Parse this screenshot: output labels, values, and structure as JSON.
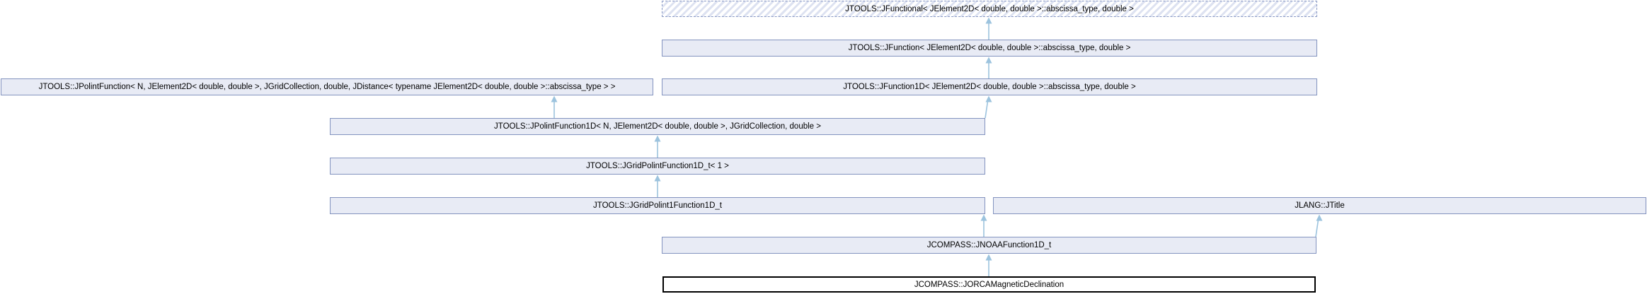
{
  "diagram": {
    "kind": "class-inheritance-graph",
    "focus_class": "JCOMPASS::JORCAMagneticDeclination",
    "nodes": {
      "jfunctional": {
        "label": "JTOOLS::JFunctional< JElement2D< double, double >::abscissa_type, double >",
        "style": "dashed-hatched"
      },
      "jfunction": {
        "label": "JTOOLS::JFunction< JElement2D< double, double >::abscissa_type, double >",
        "style": "normal"
      },
      "jpolintfunction": {
        "label": "JTOOLS::JPolintFunction< N, JElement2D< double, double >, JGridCollection, double, JDistance< typename JElement2D< double, double >::abscissa_type > >",
        "style": "normal"
      },
      "jfunction1d": {
        "label": "JTOOLS::JFunction1D< JElement2D< double, double >::abscissa_type, double >",
        "style": "normal"
      },
      "jpolintfunction1d": {
        "label": "JTOOLS::JPolintFunction1D< N, JElement2D< double, double >, JGridCollection, double >",
        "style": "normal"
      },
      "jgridpolintfunction1dt": {
        "label": "JTOOLS::JGridPolintFunction1D_t< 1 >",
        "style": "normal"
      },
      "jgridpolint1function1dt": {
        "label": "JTOOLS::JGridPolint1Function1D_t",
        "style": "normal"
      },
      "jtitle": {
        "label": "JLANG::JTitle",
        "style": "normal"
      },
      "jnoaa": {
        "label": "JCOMPASS::JNOAAFunction1D_t",
        "style": "normal"
      },
      "jorca": {
        "label": "JCOMPASS::JORCAMagneticDeclination",
        "style": "focus"
      }
    },
    "edges": [
      {
        "derived": "JTOOLS::JFunction< JElement2D< double, double >::abscissa_type, double >",
        "base": "JTOOLS::JFunctional< JElement2D< double, double >::abscissa_type, double >"
      },
      {
        "derived": "JTOOLS::JFunction1D< JElement2D< double, double >::abscissa_type, double >",
        "base": "JTOOLS::JFunction< JElement2D< double, double >::abscissa_type, double >"
      },
      {
        "derived": "JTOOLS::JPolintFunction1D< N, JElement2D< double, double >, JGridCollection, double >",
        "base": "JTOOLS::JPolintFunction< N, JElement2D< double, double >, JGridCollection, double, JDistance< typename JElement2D< double, double >::abscissa_type > >"
      },
      {
        "derived": "JTOOLS::JPolintFunction1D< N, JElement2D< double, double >, JGridCollection, double >",
        "base": "JTOOLS::JFunction1D< JElement2D< double, double >::abscissa_type, double >"
      },
      {
        "derived": "JTOOLS::JGridPolintFunction1D_t< 1 >",
        "base": "JTOOLS::JPolintFunction1D< N, JElement2D< double, double >, JGridCollection, double >"
      },
      {
        "derived": "JTOOLS::JGridPolint1Function1D_t",
        "base": "JTOOLS::JGridPolintFunction1D_t< 1 >"
      },
      {
        "derived": "JCOMPASS::JNOAAFunction1D_t",
        "base": "JTOOLS::JGridPolint1Function1D_t"
      },
      {
        "derived": "JCOMPASS::JNOAAFunction1D_t",
        "base": "JLANG::JTitle"
      },
      {
        "derived": "JCOMPASS::JORCAMagneticDeclination",
        "base": "JCOMPASS::JNOAAFunction1D_t"
      }
    ],
    "colors": {
      "node_fill": "#e8ebf5",
      "node_border": "#8393bf",
      "edge": "#9cc3de",
      "hatch_stripe": "#dde2f1",
      "focus_border": "#000000",
      "focus_fill": "#ffffff"
    }
  }
}
